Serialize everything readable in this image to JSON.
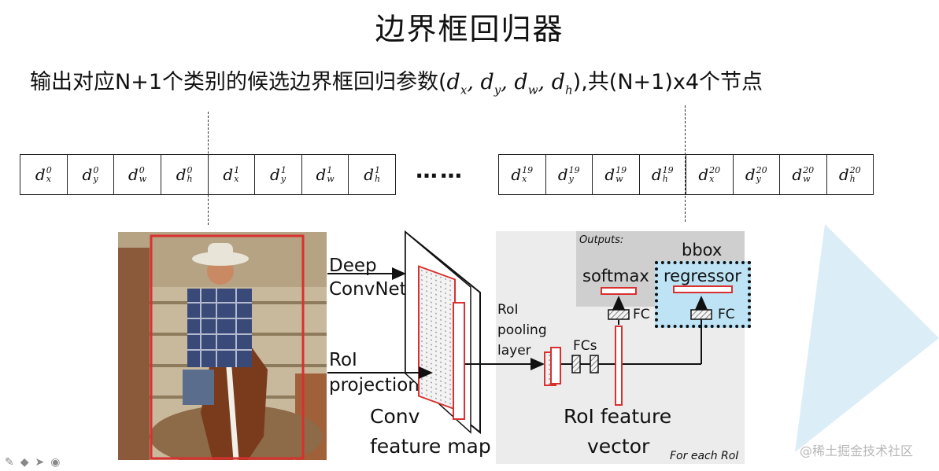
{
  "title": "边界框回归器",
  "subtitle": {
    "prefix": "输出对应N+1个类别的候选边界框回归参数(",
    "params": [
      "x",
      "y",
      "w",
      "h"
    ],
    "suffix": "),共(N+1)x4个节点"
  },
  "cells_left": [
    {
      "sub": "x",
      "sup": "0"
    },
    {
      "sub": "y",
      "sup": "0"
    },
    {
      "sub": "w",
      "sup": "0"
    },
    {
      "sub": "h",
      "sup": "0"
    },
    {
      "sub": "x",
      "sup": "1"
    },
    {
      "sub": "y",
      "sup": "1"
    },
    {
      "sub": "w",
      "sup": "1"
    },
    {
      "sub": "h",
      "sup": "1"
    }
  ],
  "cells_right": [
    {
      "sub": "x",
      "sup": "19"
    },
    {
      "sub": "y",
      "sup": "19"
    },
    {
      "sub": "w",
      "sup": "19"
    },
    {
      "sub": "h",
      "sup": "19"
    },
    {
      "sub": "x",
      "sup": "20"
    },
    {
      "sub": "y",
      "sup": "20"
    },
    {
      "sub": "w",
      "sup": "20"
    },
    {
      "sub": "h",
      "sup": "20"
    }
  ],
  "ellipsis": "……",
  "diagram": {
    "deep": "Deep",
    "convnet": "ConvNet",
    "roi": "RoI",
    "projection": "projection",
    "conv": "Conv",
    "feature_map": "feature map",
    "roi_pool_1": "RoI",
    "roi_pool_2": "pooling",
    "roi_pool_3": "layer",
    "fcs": "FCs",
    "outputs": "Outputs:",
    "softmax": "softmax",
    "bbox": "bbox",
    "regressor": "regressor",
    "fc_left": "FC",
    "fc_right": "FC",
    "roi_vec_1": "RoI feature",
    "roi_vec_2": "vector",
    "for_each": "For each RoI"
  },
  "watermark": "@稀土掘金技术社区",
  "colors": {
    "red": "#d93030",
    "blue_fill": "#bde3f5",
    "gray_panel": "#ececec",
    "gray_outputs": "#cfcfcf"
  },
  "icons": [
    "pen-icon",
    "eraser-icon",
    "pointer-icon",
    "record-icon"
  ]
}
